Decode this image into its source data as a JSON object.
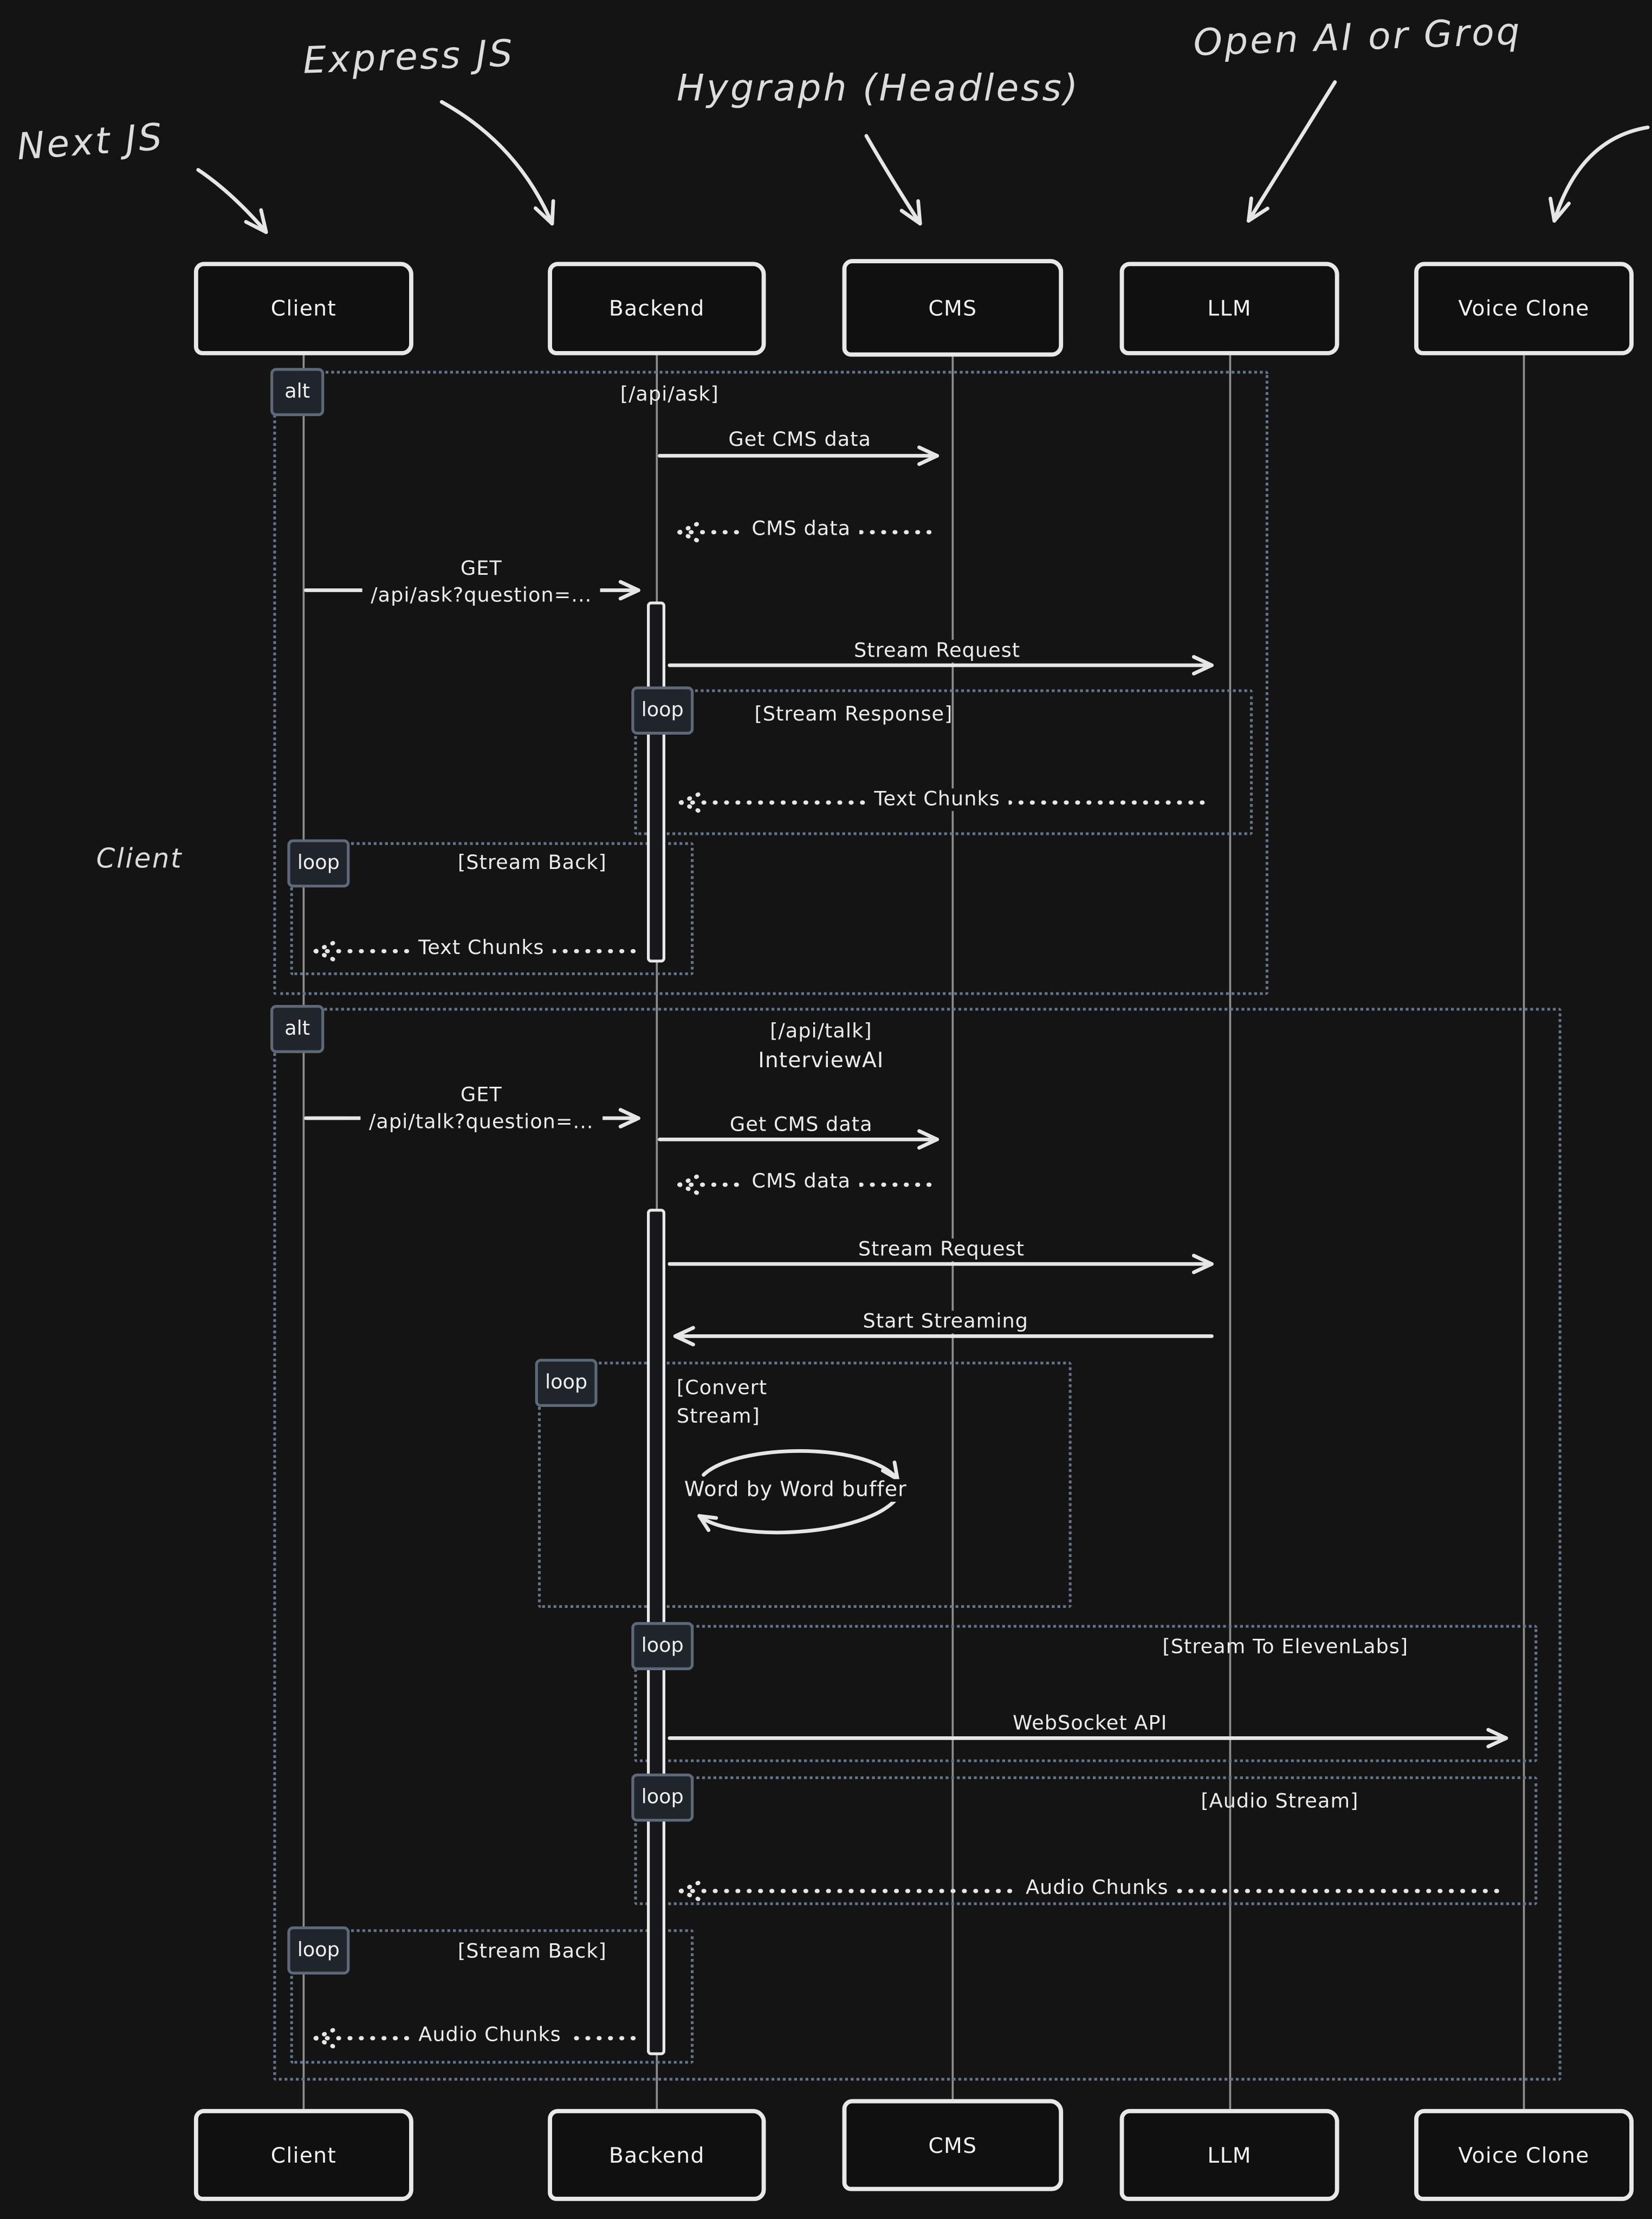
{
  "colors": {
    "background": "#141414",
    "stroke": "#e6e6e6",
    "frame_border": "#64748b",
    "badge_fill": "#20242b",
    "lifeline": "#8f8f8f"
  },
  "annotations": {
    "next_js": "Next JS",
    "express_js": "Express JS",
    "hygraph": "Hygraph (Headless)",
    "openai_groq": "Open AI or Groq",
    "client_note": "Client"
  },
  "actors": [
    {
      "id": "client",
      "label": "Client"
    },
    {
      "id": "backend",
      "label": "Backend"
    },
    {
      "id": "cms",
      "label": "CMS"
    },
    {
      "id": "llm",
      "label": "LLM"
    },
    {
      "id": "voice-clone",
      "label": "Voice Clone"
    }
  ],
  "frames": {
    "alt1": {
      "badge": "alt",
      "title": "[/api/ask]"
    },
    "loop_stream_response": {
      "badge": "loop",
      "title": "[Stream Response]"
    },
    "loop_stream_back_1": {
      "badge": "loop",
      "title": "[Stream Back]"
    },
    "alt2": {
      "badge": "alt",
      "title": "[/api/talk]",
      "subtitle": "InterviewAI"
    },
    "loop_convert": {
      "badge": "loop",
      "title_line1": "[Convert",
      "title_line2": "Stream]"
    },
    "loop_elevenlabs": {
      "badge": "loop",
      "title": "[Stream To ElevenLabs]"
    },
    "loop_audio_stream": {
      "badge": "loop",
      "title": "[Audio Stream]"
    },
    "loop_stream_back_2": {
      "badge": "loop",
      "title": "[Stream Back]"
    }
  },
  "messages": {
    "get_cms_data_1": "Get CMS data",
    "cms_data_1": "CMS data",
    "get_ask_line1": "GET",
    "get_ask_line2": "/api/ask?question=...",
    "stream_request_1": "Stream Request",
    "text_chunks_1": "Text Chunks",
    "text_chunks_2": "Text Chunks",
    "get_talk_line1": "GET",
    "get_talk_line2": "/api/talk?question=...",
    "get_cms_data_2": "Get CMS data",
    "cms_data_2": "CMS data",
    "stream_request_2": "Stream Request",
    "start_streaming": "Start Streaming",
    "word_buffer": "Word by Word buffer",
    "websocket_api": "WebSocket API",
    "audio_chunks_1": "Audio Chunks",
    "audio_chunks_2": "Audio Chunks"
  }
}
